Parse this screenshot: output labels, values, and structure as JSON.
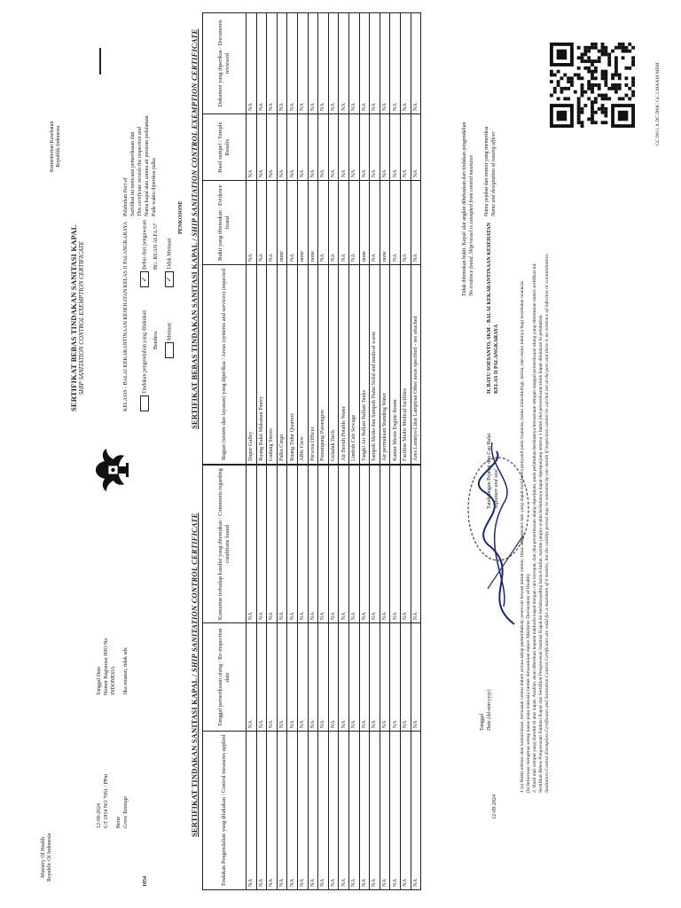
{
  "header": {
    "ministry_left": [
      "Kementerian Kesehatan",
      "Republik Indonesia"
    ],
    "ministry_right": [
      "Ministry Of Health",
      "Republic Of Indonesia"
    ],
    "main_title": "SERTIFIKAT BEBAS TINDAKAN SANITASI KAPAL",
    "main_subtitle": "SHIP SANITATION CONTROL EXEMPTION CERTIFICATE",
    "right_title": "SERTIFIKAT TINDAKAN SANITASI KAPAL",
    "right_subtitle": "SHIP SANITATION CONTROL CERTIFICATE"
  },
  "fields": {
    "port_label": "Pelabuhan",
    "port_sub": "Port of",
    "port_value": "KELASIS - BALAI KEKARANTINAAN KESEHATAN KELAS II PALANGKARAYA",
    "date_label": "Tanggal",
    "date_sub": "Date",
    "date_value": "12-09-2024",
    "cert_label": "Nomor Registrasi IMO No",
    "cert_value": "GT 1854 NO 7061 / PPm",
    "vessel_line1": "Sertifikat ini mencatat pemeriksaan dan",
    "vessel_line2": "This certificate records the inspection and",
    "name_label": "Nama kapal atau sarana air perairan pedalaman",
    "name_value": "BG. RUAN ALFA 57",
    "flag_label": "Bendera",
    "flag_value": "INDONESIA",
    "tonnage_label": "Berat",
    "tonnage_value": "Gross Tonnage",
    "tonnage_number": "1854",
    "cargo_label": "Jika muatan, tidak ada",
    "time_label": "Pada waktu diperiksa palka",
    "inspection_status": "PENKOSONE",
    "status_options": [
      "Bebas dari pengawasan",
      "Tindakan pengendalian yang dilakukan",
      "Tidak Memuat",
      "Memuat"
    ]
  },
  "table_left": {
    "col_headers": [
      "Bagian (sistem dan layanan) yang diperiksa / Areas (systems and services) inspected",
      "Bukti yang ditemukan / Evidence found",
      "Hasil sampel / Sample Results",
      "Dokumen yang diperiksa / Documents reviewed"
    ],
    "rows": [
      {
        "area": "Dapur  Galley",
        "evidence": "NA",
        "sample": "NA",
        "docs": "NA"
      },
      {
        "area": "Ruang Rakit Makanan  Pantry",
        "evidence": "NA",
        "sample": "NA",
        "docs": "NA"
      },
      {
        "area": "Gudang  Stores",
        "evidence": "NA",
        "sample": "NA",
        "docs": "NA"
      },
      {
        "area": "Palka  Cargo",
        "evidence": "none",
        "sample": "NA",
        "docs": "NA"
      },
      {
        "area": "Ruang Tidur  Quarters",
        "evidence": "NA",
        "sample": "NA",
        "docs": "NA"
      },
      {
        "area": "ABK  Crew",
        "evidence": "none",
        "sample": "NA",
        "docs": "NA"
      },
      {
        "area": "Perwira  Officer",
        "evidence": "none",
        "sample": "NA",
        "docs": "NA"
      },
      {
        "area": "Penumpang  Passengers",
        "evidence": "NA",
        "sample": "NA",
        "docs": "NA"
      },
      {
        "area": "Geladak  Deck",
        "evidence": "NA",
        "sample": "NA",
        "docs": "NA"
      },
      {
        "area": "Air Bersih  Potable Water",
        "evidence": "NA",
        "sample": "NA",
        "docs": "NA"
      },
      {
        "area": "Limbah Cair  Sewage",
        "evidence": "NA",
        "sample": "NA",
        "docs": "NA"
      },
      {
        "area": "Tangki Air Ballast  Ballast Tanks",
        "evidence": "none",
        "sample": "NA",
        "docs": "NA"
      },
      {
        "area": "Sampah Medis dan Sampah Padat  Solid and medical waste",
        "evidence": "NA",
        "sample": "NA",
        "docs": "NA"
      },
      {
        "area": "Air permukaan  Standing Water",
        "evidence": "none",
        "sample": "NA",
        "docs": "NA"
      },
      {
        "area": "Kamar Mesin  Engine Room",
        "evidence": "NA",
        "sample": "NA",
        "docs": "NA"
      },
      {
        "area": "Fasilitas Medis  Medical facilities",
        "evidence": "NA",
        "sample": "NA",
        "docs": "NA"
      },
      {
        "area": "Area Lainnya-Lihat Lampiran  Other areas specified - see attached",
        "evidence": "NA",
        "sample": "NA",
        "docs": "NA"
      }
    ]
  },
  "table_right": {
    "col_headers": [
      "Tindakan Pengendalian yang dilakukan / Control measures applied",
      "Tanggal pemeriksaan ulang / Re-inspection date",
      "Komentar terhadap kondisi yang ditemukan / Comments regarding conditions found"
    ],
    "rows_value": "NA",
    "row_count": 17
  },
  "footer": {
    "no_evidence_id": "Tidak ditemukan bukti. Kapal/ alat angkut dibebaskan dari tindakan pengendalian",
    "no_evidence_en": "No evidence found. Ship/vessel is exempted from control measures",
    "officer_label_id": "Nama pejabat dan nomor yang memeriksa",
    "officer_label_en": "Name and designation of issuing officer",
    "officer_value": "H. BAYU SOESANTO, SKM - BALAI KEKARANTINAAN KESEHATAN KELAS II PALANGKARAYA",
    "signature_label": "Tandatangan Pejabat dan Cap Balai",
    "signature_sub": "Signature and seal",
    "date_label": "Tanggal",
    "date_sub": "Date (dd-mm-yyyy)",
    "date_value": "12-09-2024",
    "code": "GC 0911 A.DC DMC GC LMAAM MDH"
  },
  "notes": [
    "1 (a) Bukti infeksi atau kontaminasi, termasuk vektor dalam semua tahap pertumbuhan; reservoir hewan untuk vektor; tikus atau spesies lain yang dapat membawa penyakit pada manusia, risiko mikrobiologi, kimia, dan risiko lainnya bagi kesehatan manusia.",
    "(b) Informasi mengenai setiap kasus pada manusia (untuk dimasukkan dalam Maritime Declaration of Health).",
    "2. Hasil dari sampel yang diambil di atas kapal. Analisis akan diberikan kepada nakhoda kapal dengan cara tercepat, dan jika pemeriksaan ulang diperlukan, pada pelabuhan berikutnya bersamaan dengan tanggal pemeriksaan ulang yang ditentukan dalam sertifikat ini.",
    "Sertifikat Bebas Pengawasan Sanitasi Kapal dan Sertifikat Pengawasan Sanitasi Kapal ini berlaku paling lama 6 bulan, namun jangka waktu berlakunya dapat diperpanjang selama 1 bulan jika pemeriksaan tidak dapat dilakukan di pelabuhan.",
    "Sanitation Control Exemption Certificates and Sanitation Control Certificates are valid for a maximum of 6 months, but the validity period may be extended by one month if inspection cannot be carried out at the port and there is no evidence of infection or contamination."
  ]
}
